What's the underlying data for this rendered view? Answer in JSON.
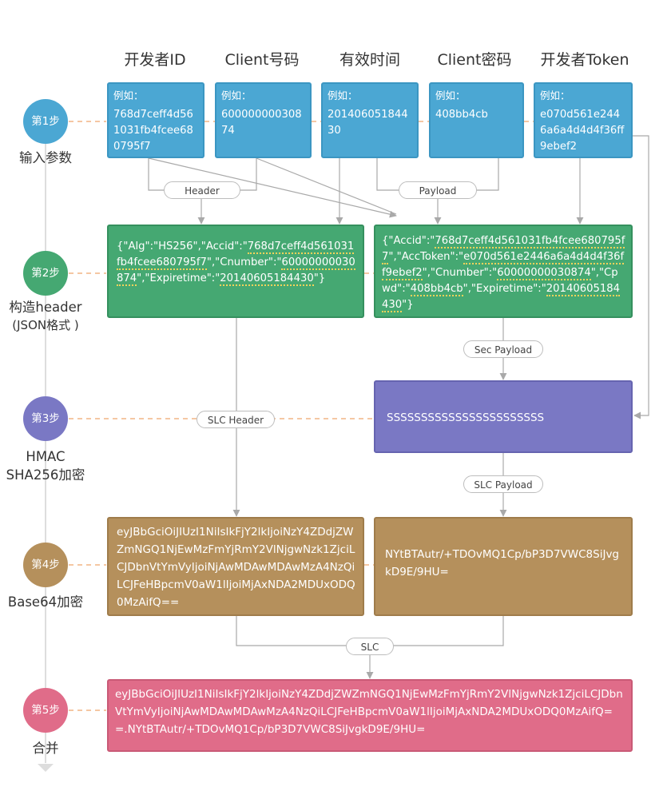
{
  "columns": [
    "开发者ID",
    "Client号码",
    "有效时间",
    "Client密码",
    "开发者Token"
  ],
  "inputs": [
    {
      "label": "例如：",
      "value": "768d7ceff4d561031fb4fcee680795f7"
    },
    {
      "label": "例如：",
      "value": "60000000030874"
    },
    {
      "label": "例如：",
      "value": "20140605184430"
    },
    {
      "label": "例如：",
      "value": "408bb4cb"
    },
    {
      "label": "例如：",
      "value": "e070d561e2446a6a4d4d4f36ff9ebef2"
    }
  ],
  "steps": [
    {
      "badge": "第1步",
      "label_lines": [
        "输入参数"
      ],
      "color": "#4BA7D3"
    },
    {
      "badge": "第2步",
      "label_lines": [
        "构造header",
        "(JSON格式 )"
      ],
      "color": "#45A872"
    },
    {
      "badge": "第3步",
      "label_lines": [
        "HMAC",
        "SHA256加密"
      ],
      "color": "#7A78C4"
    },
    {
      "badge": "第4步",
      "label_lines": [
        "Base64加密"
      ],
      "color": "#B5905C"
    },
    {
      "badge": "第5步",
      "label_lines": [
        "合并"
      ],
      "color": "#E06C89"
    }
  ],
  "pills": {
    "header": "Header",
    "payload": "Payload",
    "sec_payload": "Sec Payload",
    "slc_header": "SLC Header",
    "slc_payload": "SLC Payload",
    "slc": "SLC"
  },
  "header_json": {
    "p1": "{\"Alg\":\"HS256\",\"Accid\":\"",
    "accid": "768d7ceff4d561031fb4fcee680795f7",
    "p2": "\",\"Cnumber\":\"",
    "cnumber": "60000000030874",
    "p3": "\",\"Expiretime\":\"",
    "expire": "20140605184430",
    "p4": "\"}"
  },
  "payload_json": {
    "p1": "{\"Accid\":\"",
    "accid": "768d7ceff4d561031fb4fcee680795f7",
    "p2": "\",\"AccToken\":\"",
    "token": "e070d561e2446a6a4d4d4f36ff9ebef2",
    "p3": "\",\"Cnumber\":\"",
    "cnumber": "60000000030874",
    "p4": "\",\"Cpwd\":\"",
    "cpwd": "408bb4cb",
    "p5": "\",\"Expiretime\":\"",
    "expire": "20140605184430",
    "p6": "\"}"
  },
  "hmac_result": "SSSSSSSSSSSSSSSSSSSSSSS",
  "base64_header": "eyJBbGciOiJIUzI1NiIsIkFjY2lkIjoiNzY4ZDdjZWZmNGQ1NjEwMzFmYjRmY2VlNjgwNzk1ZjciLCJDbnVtYmVyIjoiNjAwMDAwMDAwMzA4NzQiLCJFeHBpcmV0aW1lIjoiMjAxNDA2MDUxODQ0MzAifQ==",
  "base64_payload": "NYtBTAutr/+TDOvMQ1Cp/bP3D7VWC8SiJvgkD9E/9HU=",
  "merged": "eyJBbGciOiJIUzI1NiIsIkFjY2lkIjoiNzY4ZDdjZWZmNGQ1NjEwMzFmYjRmY2VlNjgwNzk1ZjciLCJDbnVtYmVyIjoiNjAwMDAwMDAwMzA4NzQiLCJFeHBpcmV0aW1lIjoiMjAxNDA2MDUxODQ0MzAifQ==.NYtBTAutr/+TDOvMQ1Cp/bP3D7VWC8SiJvgkD9E/9HU="
}
